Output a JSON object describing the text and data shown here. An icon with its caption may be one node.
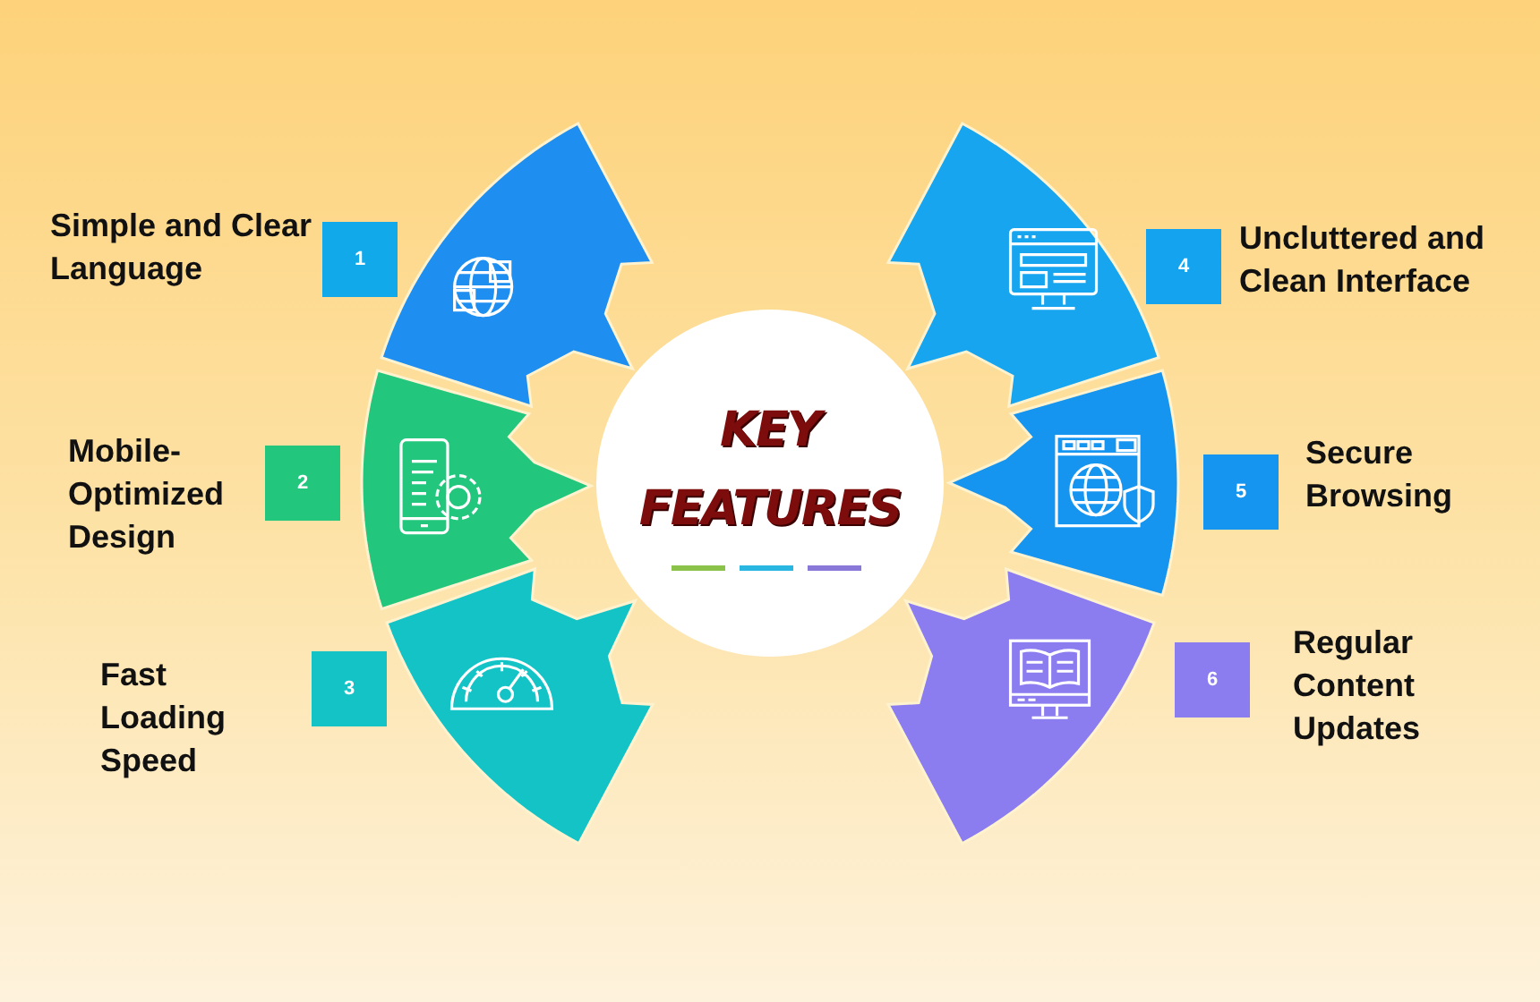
{
  "diagram": {
    "nodes": [
      {
        "text": [
          "KEY FEATURES"
        ]
      },
      {
        "text": [],
        "shape": "sector"
      },
      {
        "text": [
          "1"
        ],
        "beside": [
          "Simple and Clear Language"
        ]
      },
      {
        "text": [],
        "shape": "sector"
      },
      {
        "text": [
          "2"
        ],
        "beside": [
          "Mobile-Optimized Design"
        ]
      },
      {
        "text": [],
        "shape": "sector"
      },
      {
        "text": [
          "3"
        ],
        "beside": [
          "Fast Loading Speed"
        ]
      },
      {
        "text": [],
        "shape": "sector"
      },
      {
        "text": [
          "4"
        ],
        "beside": [
          "Uncluttered and Clean Interface"
        ]
      },
      {
        "text": [],
        "shape": "sector"
      },
      {
        "text": [
          "5"
        ],
        "beside": [
          "Secure Browsing"
        ]
      },
      {
        "text": [],
        "shape": "sector"
      },
      {
        "text": [
          "6"
        ],
        "beside": [
          "Regular Content Updates"
        ]
      }
    ]
  }
}
